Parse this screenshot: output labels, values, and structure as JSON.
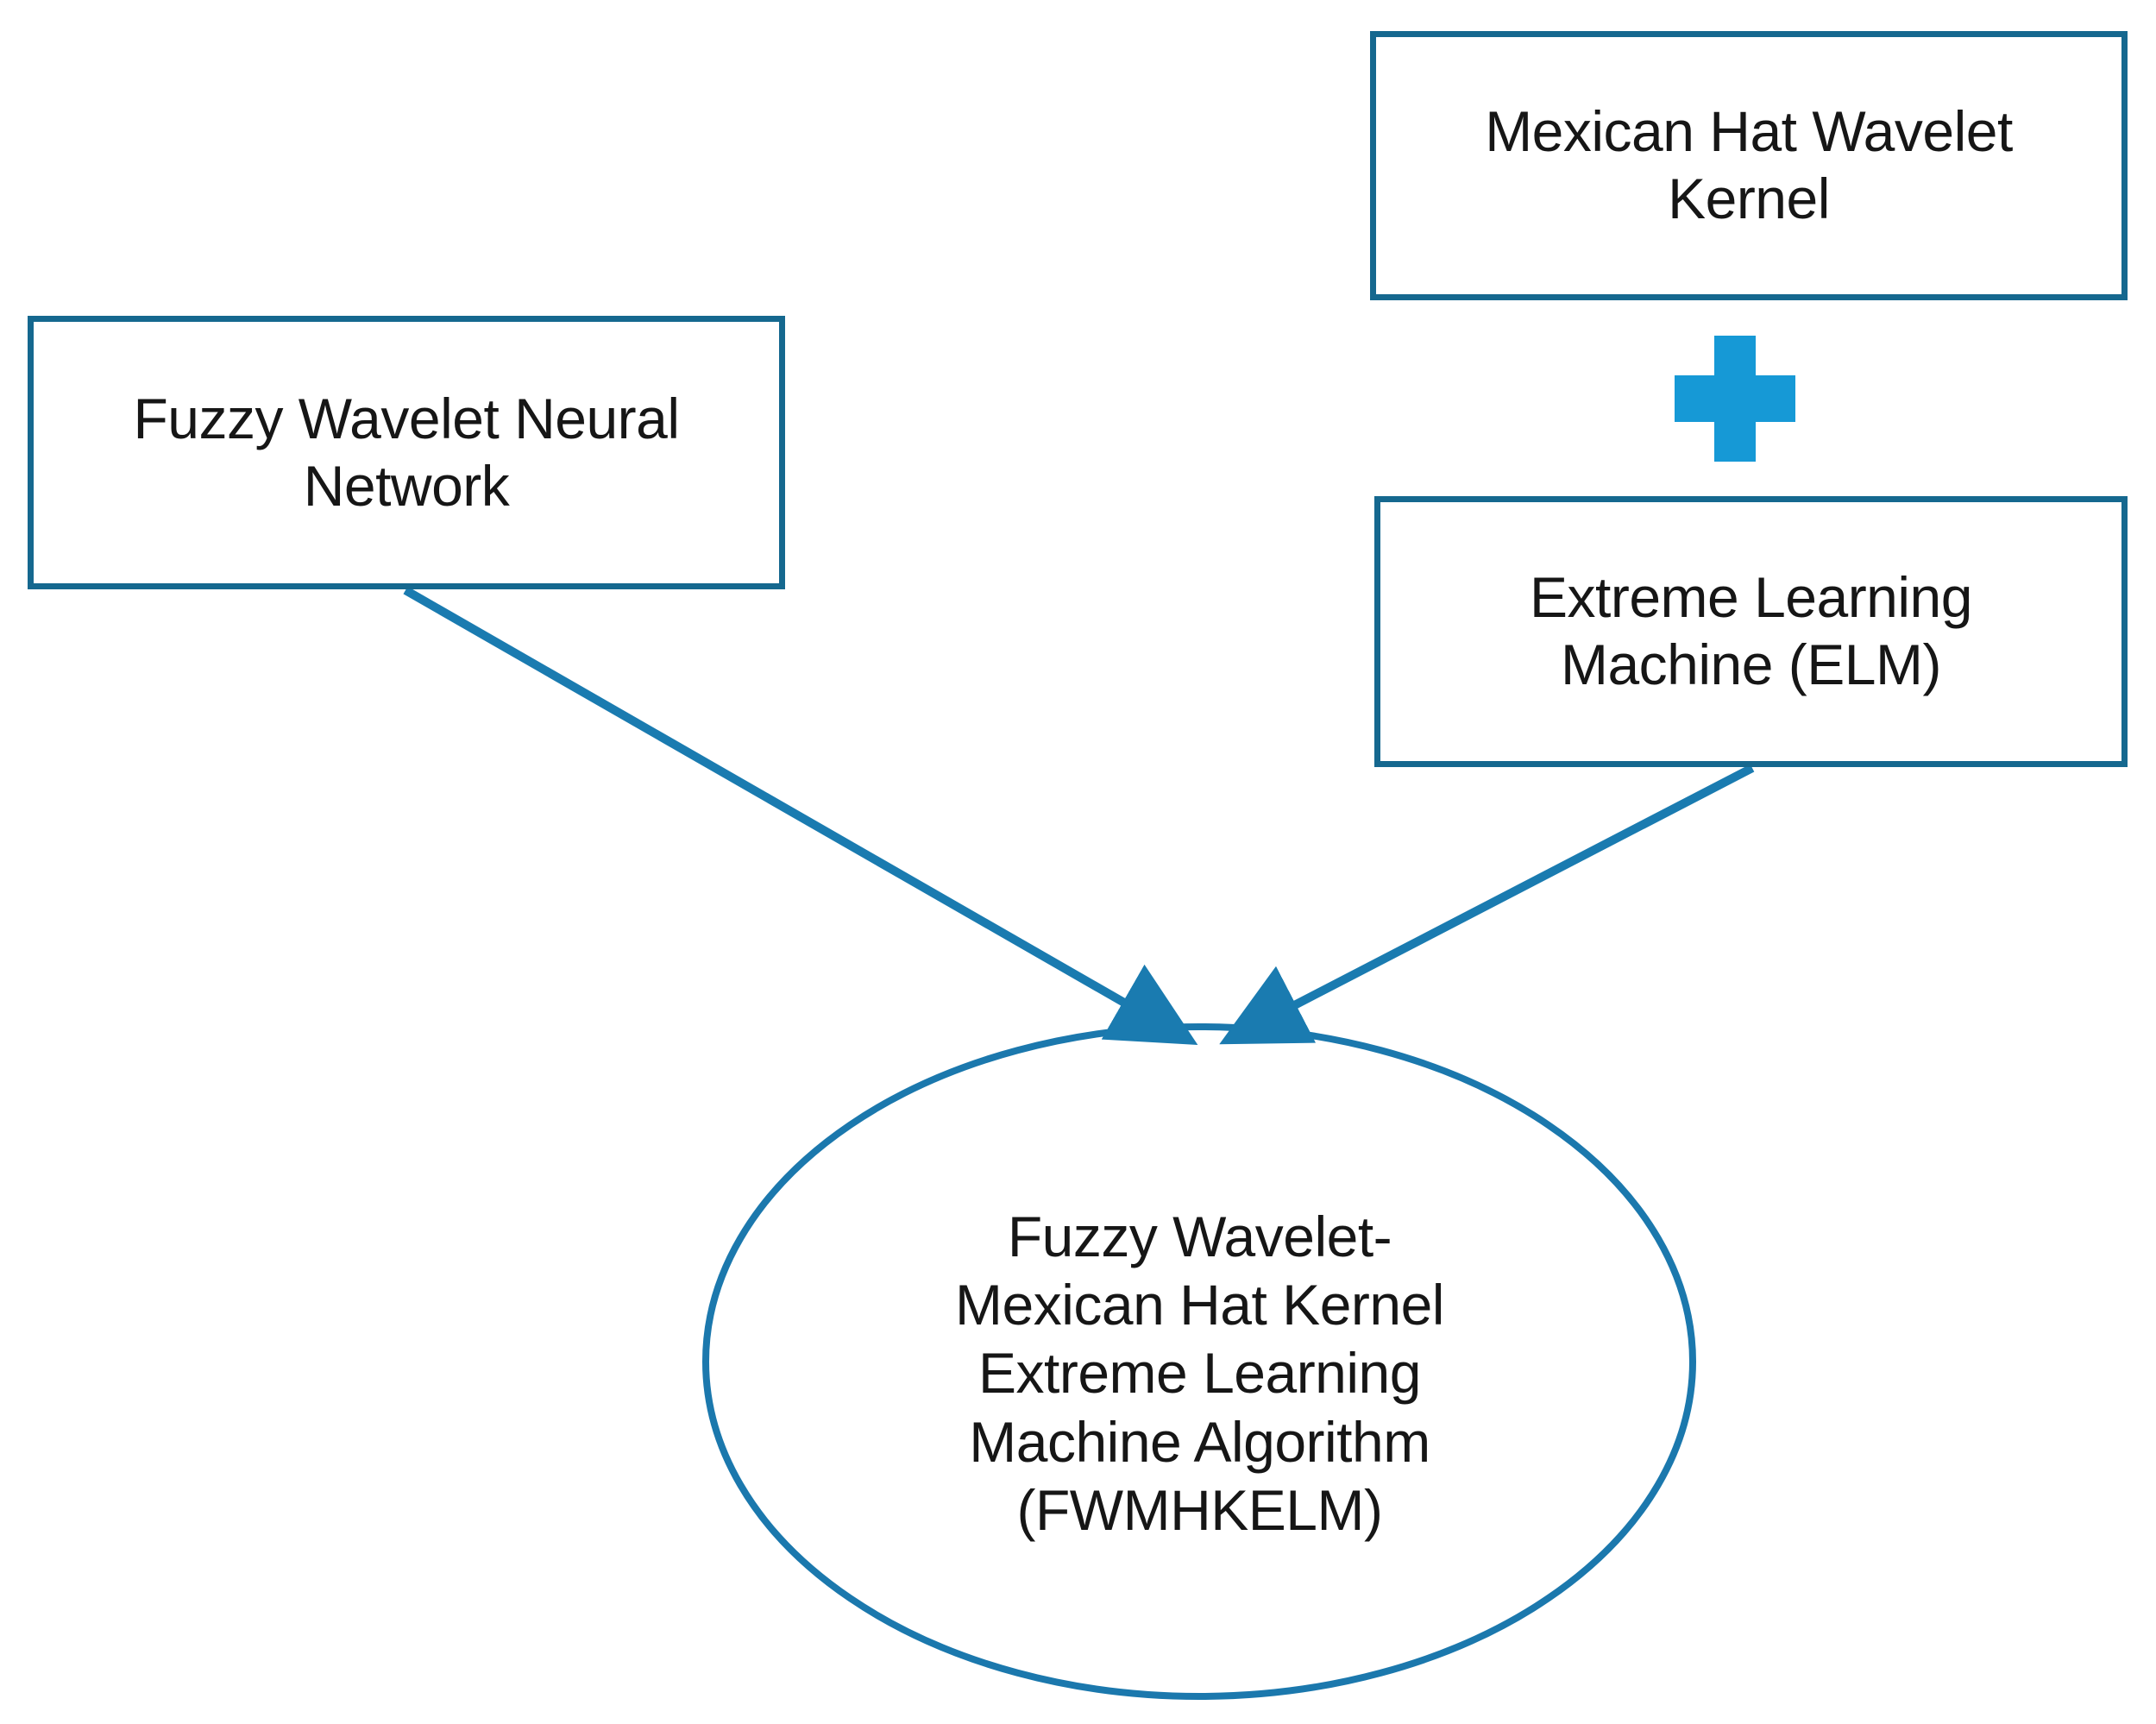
{
  "diagram": {
    "title": "FWMHKELM algorithm composition diagram",
    "colors": {
      "box_border": "#15688f",
      "arrow": "#1a6fa0",
      "ellipse_border": "#1b78ad",
      "plus_icon": "#1699d6",
      "text": "#161616",
      "background": "#ffffff"
    },
    "nodes": [
      {
        "id": "fwnn",
        "shape": "rectangle",
        "label": "Fuzzy Wavelet Neural\nNetwork"
      },
      {
        "id": "mhwk",
        "shape": "rectangle",
        "label": "Mexican Hat Wavelet\nKernel"
      },
      {
        "id": "elm",
        "shape": "rectangle",
        "label": "Extreme Learning\nMachine (ELM)"
      },
      {
        "id": "fwmhkelm",
        "shape": "ellipse",
        "label": "Fuzzy Wavelet-\nMexican Hat Kernel\nExtreme Learning\nMachine Algorithm\n(FWMHKELM)"
      }
    ],
    "operators": [
      {
        "id": "plus",
        "symbol": "+",
        "name": "plus-icon",
        "between": [
          "mhwk",
          "elm"
        ]
      }
    ],
    "edges": [
      {
        "from": "fwnn",
        "to": "fwmhkelm",
        "type": "arrow"
      },
      {
        "from": "elm",
        "to": "fwmhkelm",
        "type": "arrow"
      }
    ]
  }
}
